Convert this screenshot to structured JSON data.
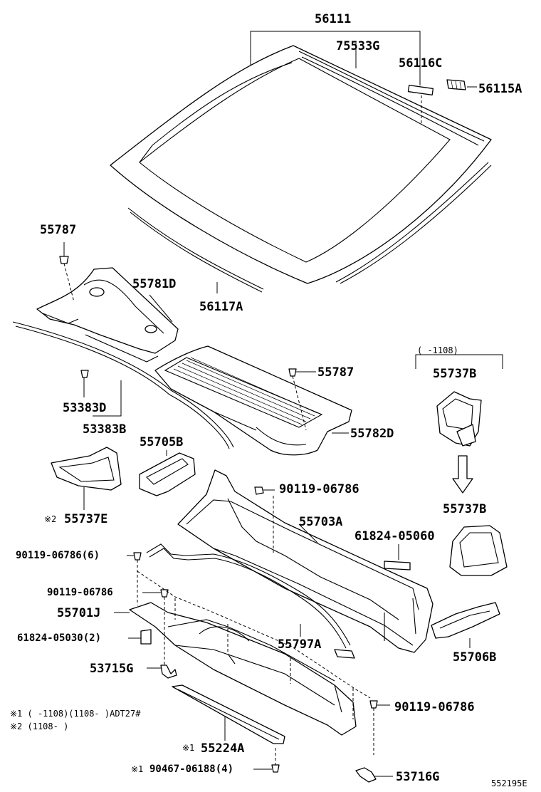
{
  "labels": {
    "l56111": "56111",
    "l75533G": "75533G",
    "l56116C": "56116C",
    "l56115A": "56115A",
    "l55787a": "55787",
    "l55781D": "55781D",
    "l56117A": "56117A",
    "l55787b": "55787",
    "l53383D": "53383D",
    "l53383B": "53383B",
    "l55782D": "55782D",
    "l55705B": "55705B",
    "l55737E": "55737E",
    "l55737E_mark": "※2",
    "l90119a": "90119-06786",
    "l55703A": "55703A",
    "l61824_05060": "61824-05060",
    "l90119b": "90119-06786(6)",
    "l90119c": "90119-06786",
    "l55701J": "55701J",
    "l61824_05030": "61824-05030(2)",
    "l55797A": "55797A",
    "l53715G": "53715G",
    "l90119d": "90119-06786",
    "l55224A": "55224A",
    "l55224A_mark": "※1",
    "l90467": "90467-06188(4)",
    "l90467_mark": "※1",
    "l53716G": "53716G",
    "range_note": "(    -1108)",
    "l55737B_top": "55737B",
    "l55737B_bot": "55737B",
    "l55706B": "55706B"
  },
  "notes": {
    "note1": "※1 (      -1108)(1108-      )ADT27#",
    "note2": "※2 (1108-      )"
  },
  "diagram_id": "552195E"
}
